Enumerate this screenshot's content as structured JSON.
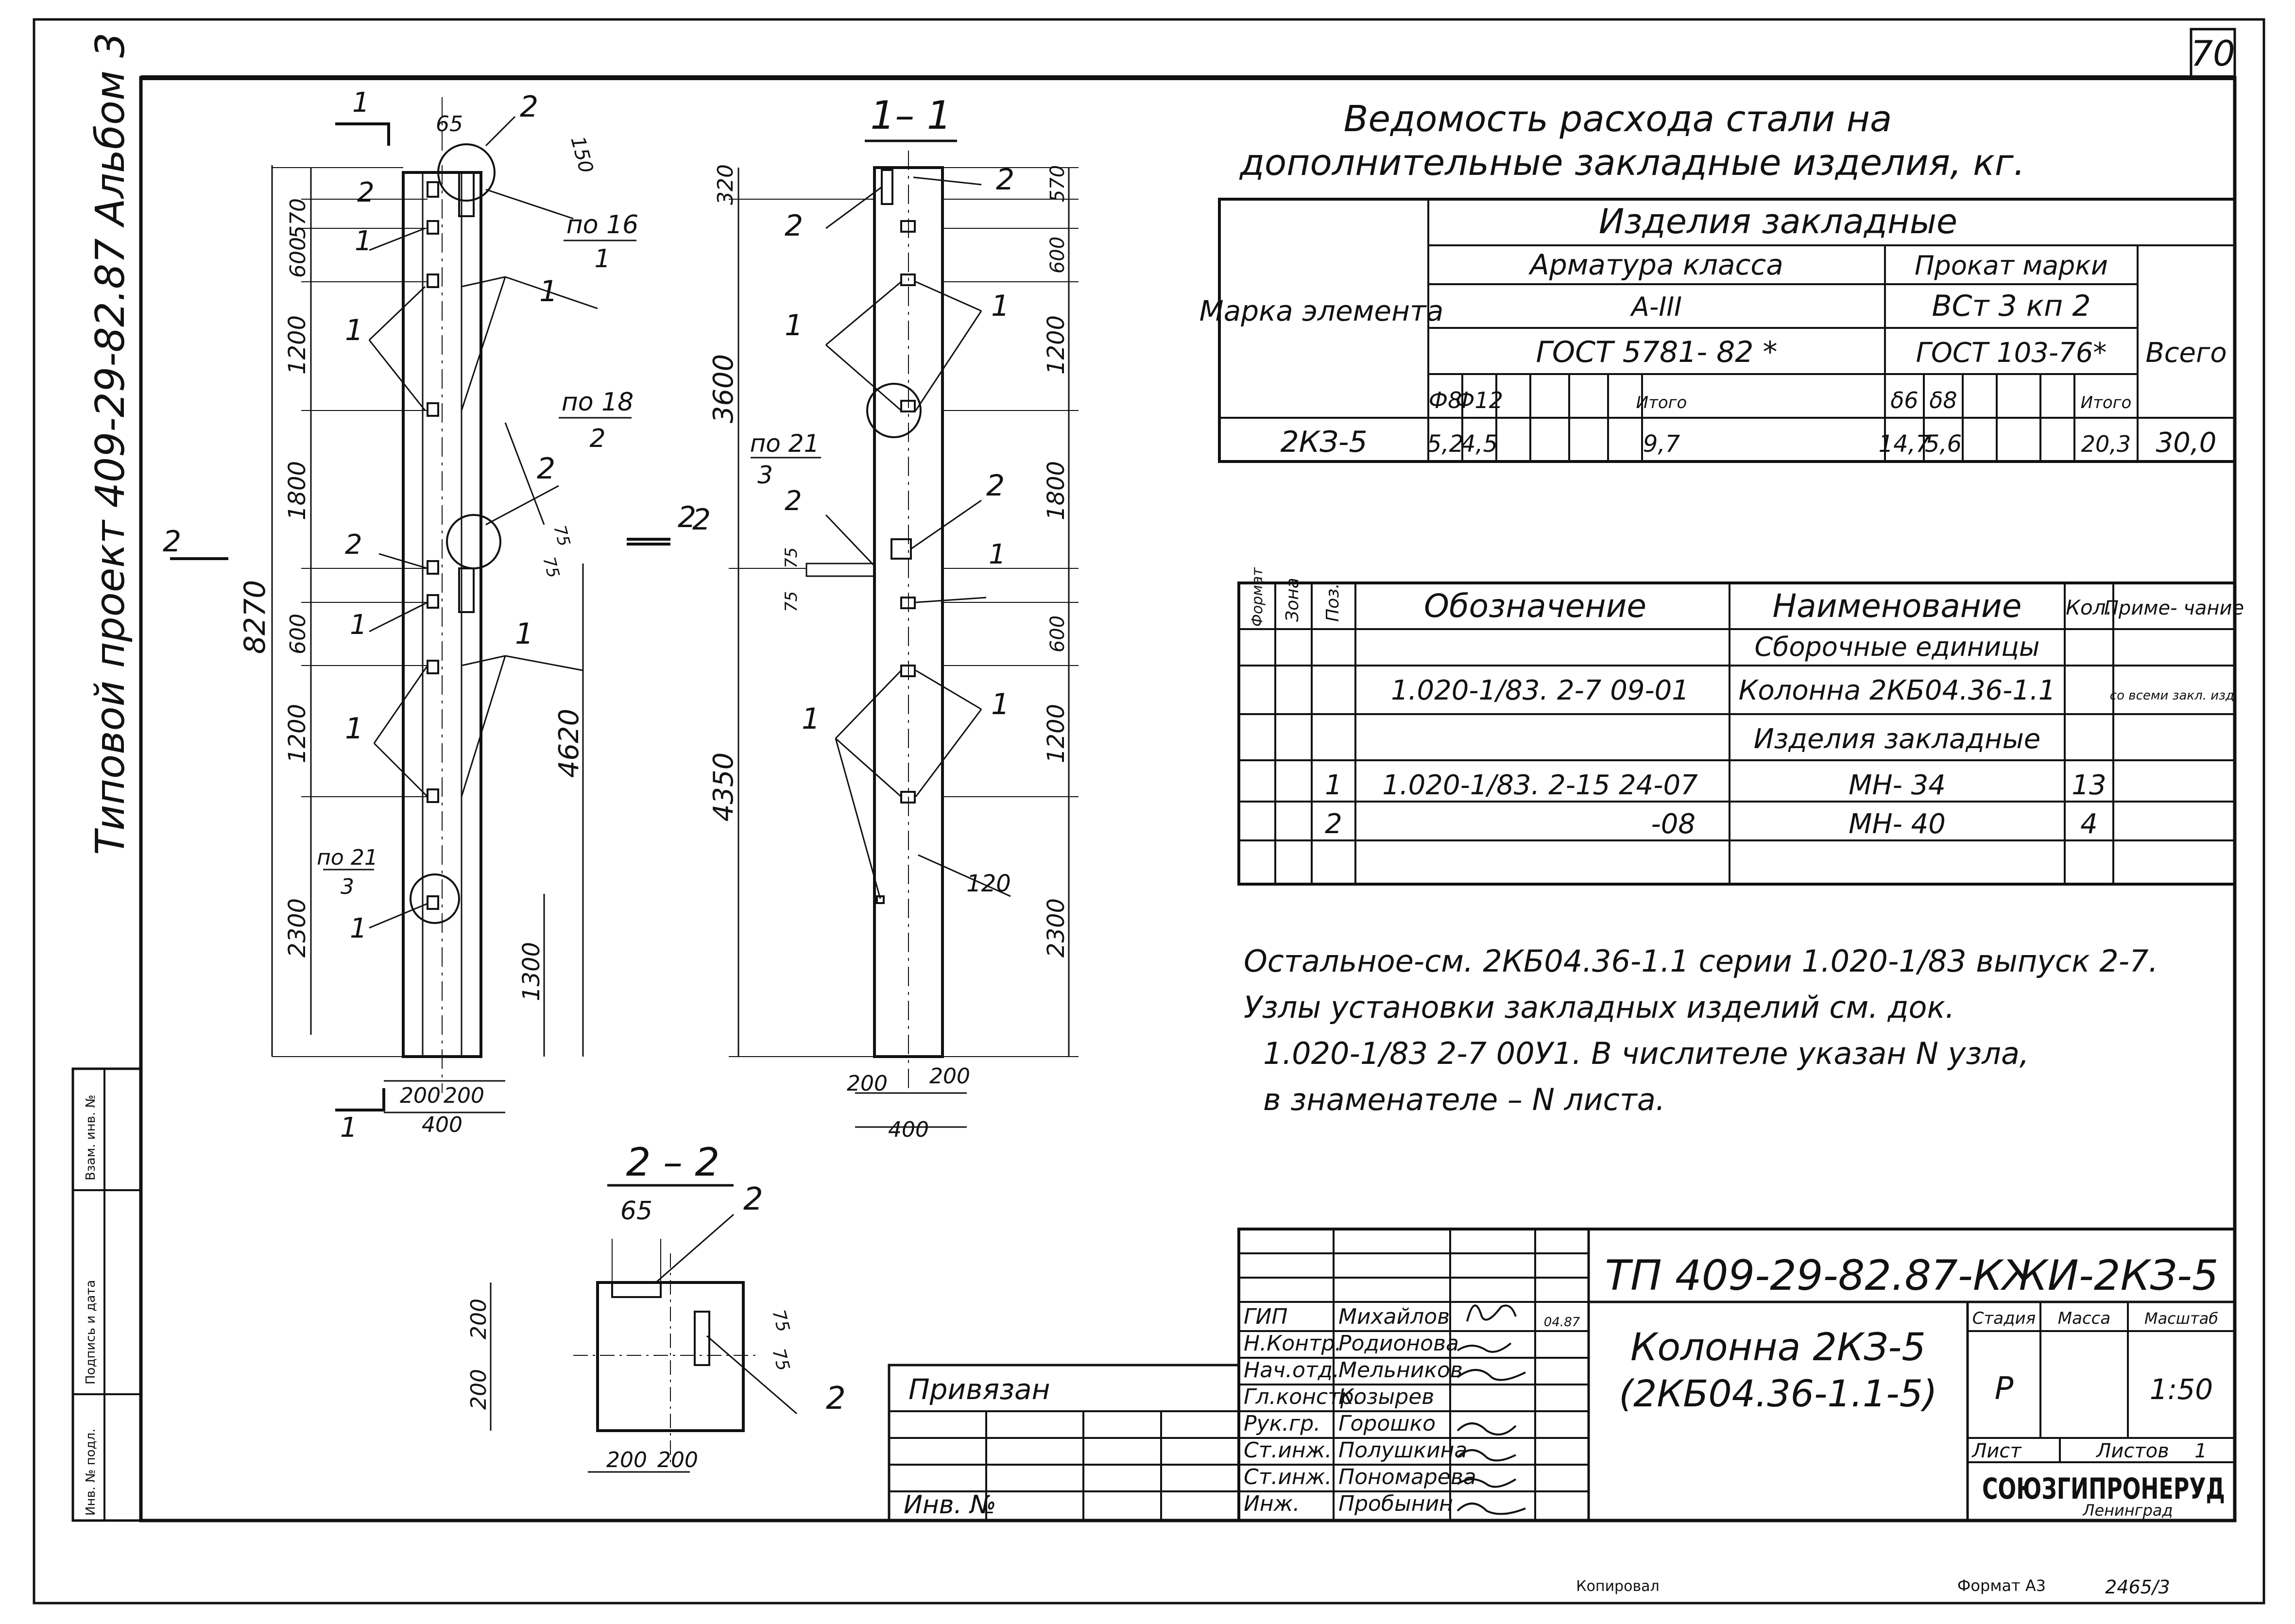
{
  "sheet_number": "70",
  "side_label": "Типовой проект 409-29-82.87 Альбом 3",
  "views": {
    "elevation": {
      "dims_left": [
        "570",
        "600",
        "1200",
        "1800",
        "600",
        "1200",
        "2300"
      ],
      "overall": "8270",
      "dim_4620": "4620",
      "dim_1300": "1300",
      "dim_65": "65",
      "dim_150": "150",
      "dim_75a": "75",
      "dim_75b": "75",
      "dim_200a": "200",
      "dim_200b": "200",
      "dim_400": "400",
      "node_16": "по 16",
      "node_16_sheet": "1",
      "node_18": "по 18",
      "node_18_sheet": "2",
      "node_21": "по 21",
      "node_21_sheet": "3",
      "section_mark": "1",
      "section2_mark": "2",
      "pos1": "1",
      "pos2": "2"
    },
    "section_1_1": {
      "title": "1– 1",
      "dims_left": [
        "320",
        "3600",
        "4350"
      ],
      "dims_right": [
        "570",
        "600",
        "1200",
        "1800",
        "600",
        "1200",
        "2300"
      ],
      "dim_75a": "75",
      "dim_75b": "75",
      "dim_120": "120",
      "dim_200a": "200",
      "dim_200b": "200",
      "dim_400": "400",
      "node_21": "по 21",
      "node_21_sheet": "3",
      "section2_mark": "2",
      "pos1": "1",
      "pos2": "2"
    },
    "section_2_2": {
      "title": "2 – 2",
      "dim_65": "65",
      "dim_200_l1": "200",
      "dim_200_l2": "200",
      "dim_75a": "75",
      "dim_75b": "75",
      "dim_200_b1": "200",
      "dim_200_b2": "200",
      "pos2": "2"
    }
  },
  "steel_table": {
    "title_line1": "Ведомость расхода стали на",
    "title_line2": "дополнительные закладные изделия, кг.",
    "col_mark": "Марка элемента",
    "col_products": "Изделия закладные",
    "col_rebar": "Арматура класса",
    "col_rebar_class": "А-III",
    "col_rebar_gost": "ГОСТ 5781- 82 *",
    "col_rolled": "Прокат марки",
    "col_rolled_grade": "ВСт 3 кп 2",
    "col_rolled_gost": "ГОСТ 103-76*",
    "col_total": "Всего",
    "sub_headers": [
      "Ф8",
      "Ф12",
      "",
      "",
      "",
      "",
      "Итого",
      "δ6",
      "δ8",
      "",
      "Итого"
    ],
    "row": {
      "mark": "2КЗ-5",
      "values": [
        "5,2",
        "4,5",
        "",
        "",
        "",
        "",
        "9,7",
        "14,7",
        "5,6",
        "",
        "20,3"
      ],
      "total": "30,0"
    }
  },
  "spec_table": {
    "headers": {
      "format": "Формат",
      "zone": "Зона",
      "pos": "Поз.",
      "designation": "Обозначение",
      "name": "Наименование",
      "qty": "Кол.",
      "note": "Приме- чание"
    },
    "rows": [
      {
        "pos": "",
        "designation": "",
        "name": "Сборочные единицы",
        "qty": "",
        "note": ""
      },
      {
        "pos": "",
        "designation": "1.020-1/83. 2-7 09-01",
        "name": "Колонна 2КБ04.36-1.1",
        "qty": "",
        "note": "со всеми закл. изд."
      },
      {
        "pos": "",
        "designation": "",
        "name": "Изделия закладные",
        "qty": "",
        "note": ""
      },
      {
        "pos": "1",
        "designation": "1.020-1/83. 2-15 24-07",
        "name": "МН- 34",
        "qty": "13",
        "note": ""
      },
      {
        "pos": "2",
        "designation": "-08",
        "name": "МН- 40",
        "qty": "4",
        "note": ""
      },
      {
        "pos": "",
        "designation": "",
        "name": "",
        "qty": "",
        "note": ""
      }
    ]
  },
  "notes": [
    "Остальное-см. 2КБ04.36-1.1 серии 1.020-1/83 выпуск 2-7.",
    "Узлы установки закладных изделий см. док.",
    "1.020-1/83 2-7 00У1. В числителе указан N узла,",
    "в знаменателе – N листа."
  ],
  "title_block": {
    "code": "ТП 409-29-82.87-КЖИ-2КЗ-5",
    "name_line1": "Колонна 2КЗ-5",
    "name_line2": "(2КБ04.36-1.1-5)",
    "stage_header": "Стадия",
    "mass_header": "Масса",
    "scale_header": "Масштаб",
    "stage": "Р",
    "mass": "",
    "scale": "1:50",
    "sheet_label": "Лист",
    "sheets_label": "Листов",
    "sheets_value": "1",
    "org": "СОЮЗГИПРОНЕРУД",
    "city": "Ленинград",
    "date": "04.87",
    "roles": [
      {
        "role": "ГИП",
        "name": "Михайлов"
      },
      {
        "role": "Н.Контр.",
        "name": "Родионова"
      },
      {
        "role": "Нач.отд.",
        "name": "Мельников"
      },
      {
        "role": "Гл.констр.",
        "name": "Козырев"
      },
      {
        "role": "Рук.гр.",
        "name": "Горошко"
      },
      {
        "role": "Ст.инж.",
        "name": "Полушкина"
      },
      {
        "role": "Ст.инж.",
        "name": "Пономарева"
      },
      {
        "role": "Инж.",
        "name": "Пробынин"
      }
    ]
  },
  "binding": {
    "label": "Привязан",
    "inv_label": "Инв. №"
  },
  "left_strip": [
    "Инв. № подл.",
    "Подпись и дата",
    "Взам. инв. №"
  ],
  "footer": {
    "copied": "Копировал",
    "format": "Формат А3",
    "code": "2465/3"
  }
}
